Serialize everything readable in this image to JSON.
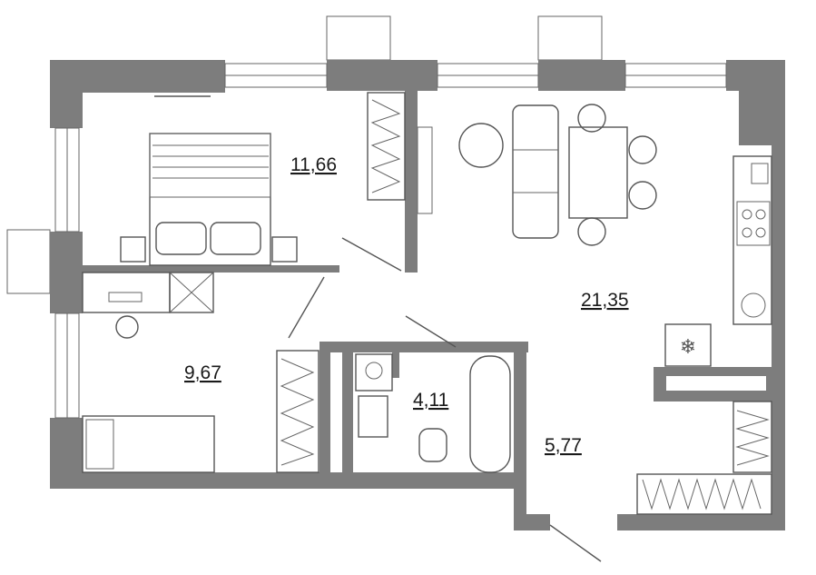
{
  "rooms": [
    {
      "id": "bedroom-large",
      "area": "11,66"
    },
    {
      "id": "living-kitchen",
      "area": "21,35"
    },
    {
      "id": "bedroom-small",
      "area": "9,67"
    },
    {
      "id": "bathroom",
      "area": "4,11"
    },
    {
      "id": "hallway",
      "area": "5,77"
    }
  ],
  "colors": {
    "wall": "#7d7d7d",
    "furniture_stroke": "#555555",
    "background": "#ffffff"
  }
}
